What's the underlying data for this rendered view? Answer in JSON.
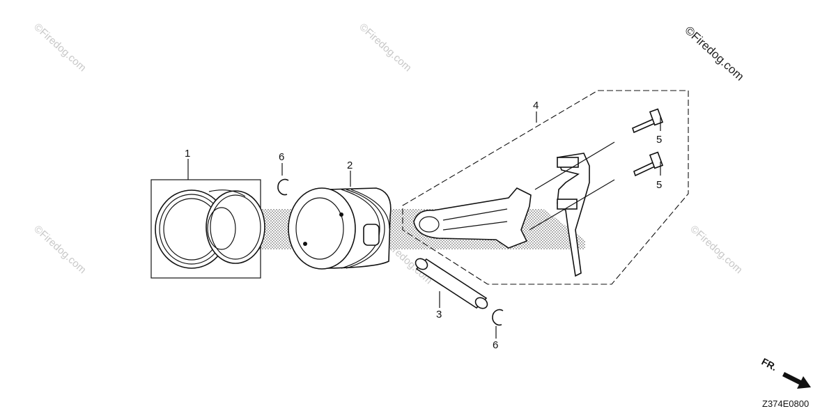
{
  "watermarks": {
    "faint": "©Firedog.com",
    "dark": "©Firedog.com"
  },
  "callouts": {
    "c1": "1",
    "c2": "2",
    "c3": "3",
    "c4": "4",
    "c5a": "5",
    "c5b": "5",
    "c6a": "6",
    "c6b": "6"
  },
  "front_indicator": "FR.",
  "diagram_code": "Z374E0800",
  "colors": {
    "ink": "#111111",
    "watermark": "#c8c8c8",
    "background": "#ffffff"
  }
}
